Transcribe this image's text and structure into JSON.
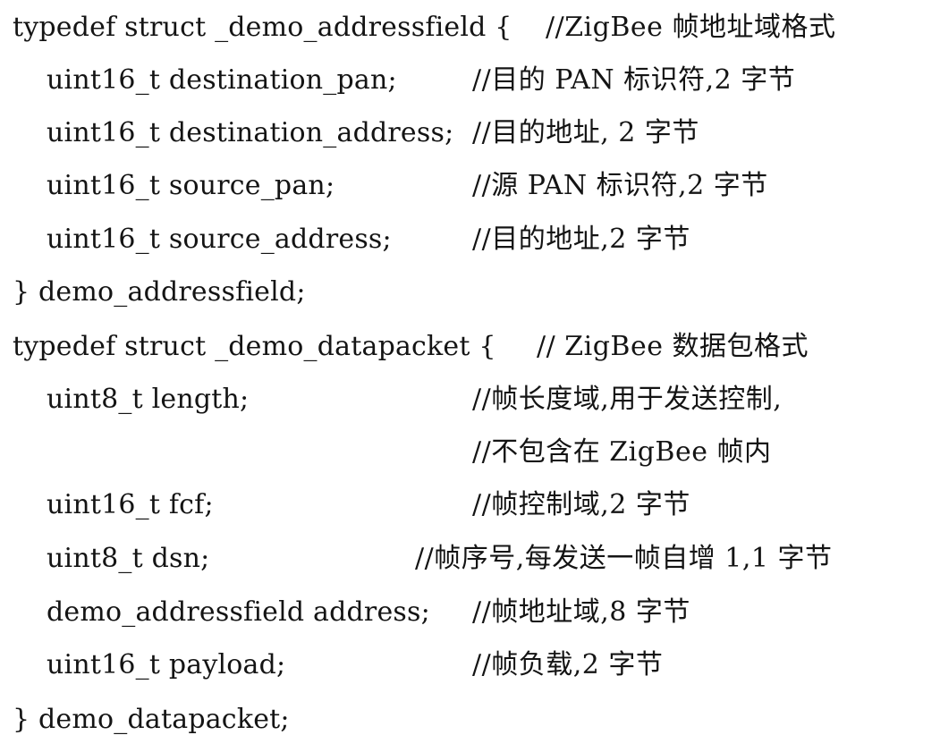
{
  "lines": [
    {
      "code": "typedef struct _demo_addressfield {",
      "comment": "//ZigBee 帧地址域格式"
    },
    {
      "code": "uint16_t destination_pan;",
      "comment": "//目的 PAN 标识符,2 字节"
    },
    {
      "code": "uint16_t destination_address;",
      "comment": "//目的地址, 2 字节"
    },
    {
      "code": "uint16_t source_pan;",
      "comment": "//源 PAN 标识符,2 字节"
    },
    {
      "code": "uint16_t source_address;",
      "comment": "//目的地址,2 字节"
    },
    {
      "code": "} demo_addressfield;",
      "comment": ""
    },
    {
      "code": "typedef struct _demo_datapacket {",
      "comment": "// ZigBee 数据包格式"
    },
    {
      "code": "uint8_t length;",
      "comment": "//帧长度域,用于发送控制,"
    },
    {
      "code": "",
      "comment": "//不包含在 ZigBee 帧内"
    },
    {
      "code": "uint16_t fcf;",
      "comment": "//帧控制域,2 字节"
    },
    {
      "code": "uint8_t dsn;",
      "comment": "//帧序号,每发送一帧自增 1,1 字节"
    },
    {
      "code": "demo_addressfield address;",
      "comment": "//帧地址域,8 字节"
    },
    {
      "code": "uint16_t payload;",
      "comment": "//帧负载,2 字节"
    },
    {
      "code": "} demo_datapacket;",
      "comment": ""
    }
  ]
}
